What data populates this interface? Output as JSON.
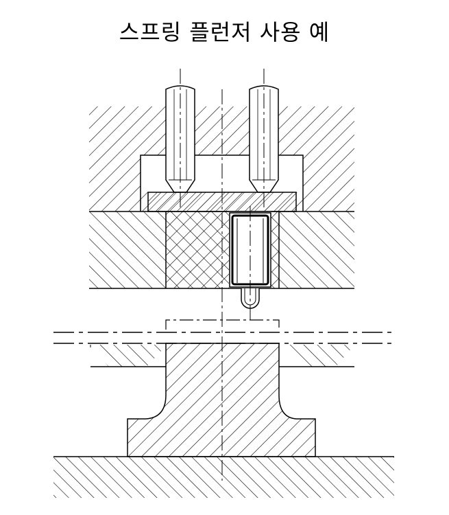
{
  "title": "스프링 플런저 사용 예",
  "colors": {
    "line": "#000000",
    "background": "#ffffff"
  },
  "parts": [
    "upper-die-block",
    "punch-left",
    "punch-right",
    "backing-plate",
    "stripper-plate",
    "spring-plunger",
    "workpiece-strip",
    "lower-die-punch",
    "lower-die-block",
    "base-plate",
    "center-lines"
  ]
}
